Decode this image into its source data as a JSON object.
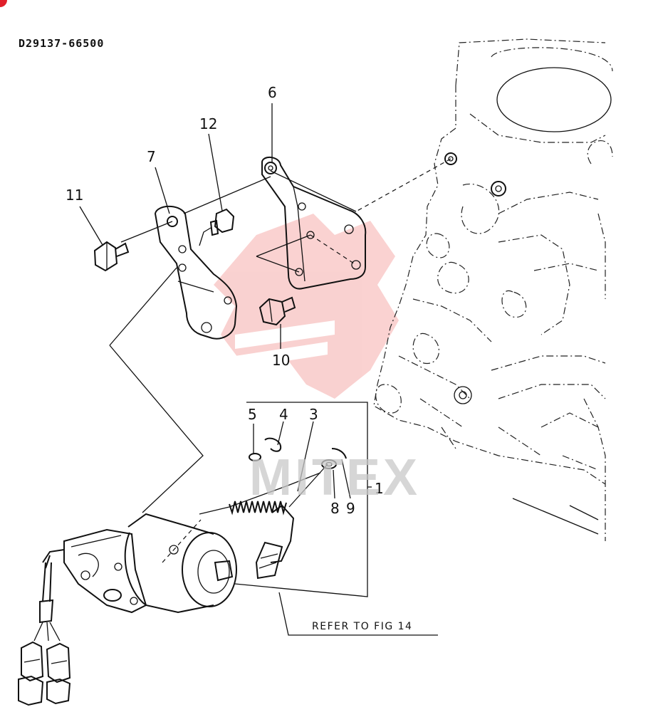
{
  "header": {
    "page_code": "D29137-66500"
  },
  "callouts": {
    "c1": "1",
    "c3": "3",
    "c4": "4",
    "c5": "5",
    "c6": "6",
    "c7": "7",
    "c8": "8",
    "c9": "9",
    "c10": "10",
    "c11": "11",
    "c12": "12"
  },
  "reference": {
    "text": "REFER TO FIG 14"
  },
  "watermark": {
    "text": "MITEX"
  },
  "colors": {
    "line": "#111111",
    "watermark_logo": "#e8342f",
    "corner_mark": "#e0202a"
  }
}
